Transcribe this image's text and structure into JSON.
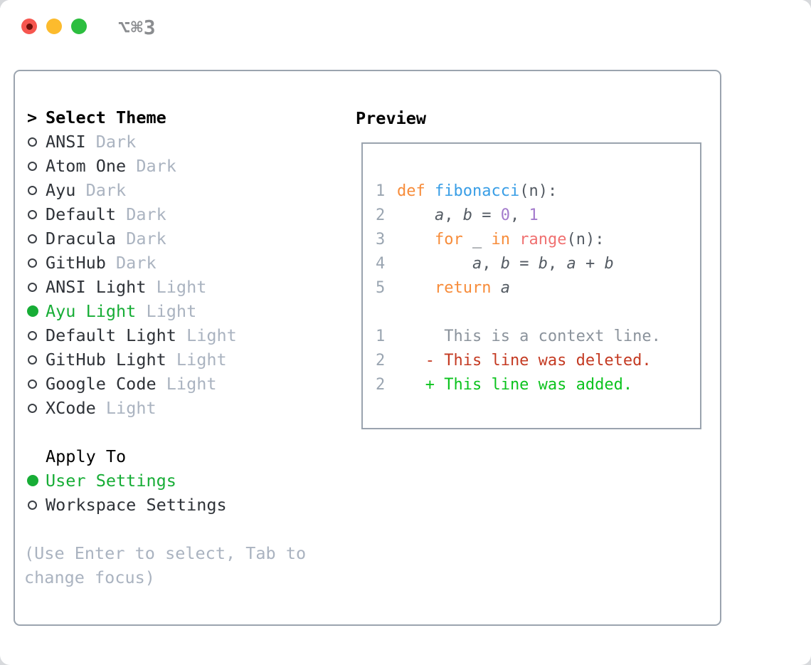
{
  "titlebar": {
    "title": "⌥⌘3",
    "buttons": [
      "close",
      "minimize",
      "zoom"
    ]
  },
  "theme_list": {
    "heading_marker": ">",
    "heading": "Select Theme",
    "items": [
      {
        "name": "ANSI",
        "variant": "Dark",
        "selected": false
      },
      {
        "name": "Atom One",
        "variant": "Dark",
        "selected": false
      },
      {
        "name": "Ayu",
        "variant": "Dark",
        "selected": false
      },
      {
        "name": "Default",
        "variant": "Dark",
        "selected": false
      },
      {
        "name": "Dracula",
        "variant": "Dark",
        "selected": false
      },
      {
        "name": "GitHub",
        "variant": "Dark",
        "selected": false
      },
      {
        "name": "ANSI Light",
        "variant": "Light",
        "selected": false
      },
      {
        "name": "Ayu Light",
        "variant": "Light",
        "selected": true
      },
      {
        "name": "Default Light",
        "variant": "Light",
        "selected": false
      },
      {
        "name": "GitHub Light",
        "variant": "Light",
        "selected": false
      },
      {
        "name": "Google Code",
        "variant": "Light",
        "selected": false
      },
      {
        "name": "XCode",
        "variant": "Light",
        "selected": false
      }
    ],
    "apply_heading": "Apply To",
    "apply_options": [
      {
        "label": "User Settings",
        "selected": true
      },
      {
        "label": "Workspace Settings",
        "selected": false
      }
    ],
    "hint": "(Use Enter to select, Tab to change focus)"
  },
  "preview": {
    "heading": "Preview",
    "code_lines": [
      {
        "num": "1",
        "segments": [
          {
            "text": "def",
            "style": "kw"
          },
          {
            "text": " ",
            "style": "plain"
          },
          {
            "text": "fibonacci",
            "style": "fn"
          },
          {
            "text": "(n):",
            "style": "plain"
          }
        ]
      },
      {
        "num": "2",
        "segments": [
          {
            "text": "    ",
            "style": "plain"
          },
          {
            "text": "a",
            "style": "var"
          },
          {
            "text": ", ",
            "style": "plain"
          },
          {
            "text": "b",
            "style": "var"
          },
          {
            "text": " = ",
            "style": "plain"
          },
          {
            "text": "0",
            "style": "num"
          },
          {
            "text": ", ",
            "style": "plain"
          },
          {
            "text": "1",
            "style": "num"
          }
        ]
      },
      {
        "num": "3",
        "segments": [
          {
            "text": "    ",
            "style": "plain"
          },
          {
            "text": "for",
            "style": "kw"
          },
          {
            "text": " _ ",
            "style": "plain"
          },
          {
            "text": "in",
            "style": "kw"
          },
          {
            "text": " ",
            "style": "plain"
          },
          {
            "text": "range",
            "style": "call"
          },
          {
            "text": "(n):",
            "style": "plain"
          }
        ]
      },
      {
        "num": "4",
        "segments": [
          {
            "text": "        ",
            "style": "plain"
          },
          {
            "text": "a",
            "style": "var"
          },
          {
            "text": ", ",
            "style": "plain"
          },
          {
            "text": "b",
            "style": "var"
          },
          {
            "text": " = ",
            "style": "plain"
          },
          {
            "text": "b",
            "style": "var"
          },
          {
            "text": ", ",
            "style": "plain"
          },
          {
            "text": "a",
            "style": "var"
          },
          {
            "text": " + ",
            "style": "plain"
          },
          {
            "text": "b",
            "style": "var"
          }
        ]
      },
      {
        "num": "5",
        "segments": [
          {
            "text": "    ",
            "style": "plain"
          },
          {
            "text": "return",
            "style": "kw"
          },
          {
            "text": " ",
            "style": "plain"
          },
          {
            "text": "a",
            "style": "var"
          }
        ]
      },
      {
        "num": "",
        "segments": []
      },
      {
        "num": "1",
        "segments": [
          {
            "text": "     This is a context line.",
            "style": "ctx"
          }
        ]
      },
      {
        "num": "2",
        "segments": [
          {
            "text": "   - This line was deleted.",
            "style": "del"
          }
        ]
      },
      {
        "num": "2",
        "segments": [
          {
            "text": "   + This line was added.",
            "style": "add"
          }
        ]
      }
    ]
  },
  "colors": {
    "selected_green": "#17ad36",
    "added_green": "#0cc31e",
    "deleted_red": "#c43a22",
    "context_gray": "#8b939c",
    "keyword_orange": "#f78c3a",
    "function_blue": "#399ee6",
    "number_purple": "#a37acc",
    "call_coral": "#f07171",
    "code_plain": "#545b63",
    "line_number_gray": "#9aa5b1",
    "muted_gray": "#aab3c0",
    "traffic_red": "#f6564f",
    "traffic_red_dot": "#6f100b",
    "traffic_yellow": "#fcbb2d",
    "traffic_green": "#2cbe3f"
  }
}
